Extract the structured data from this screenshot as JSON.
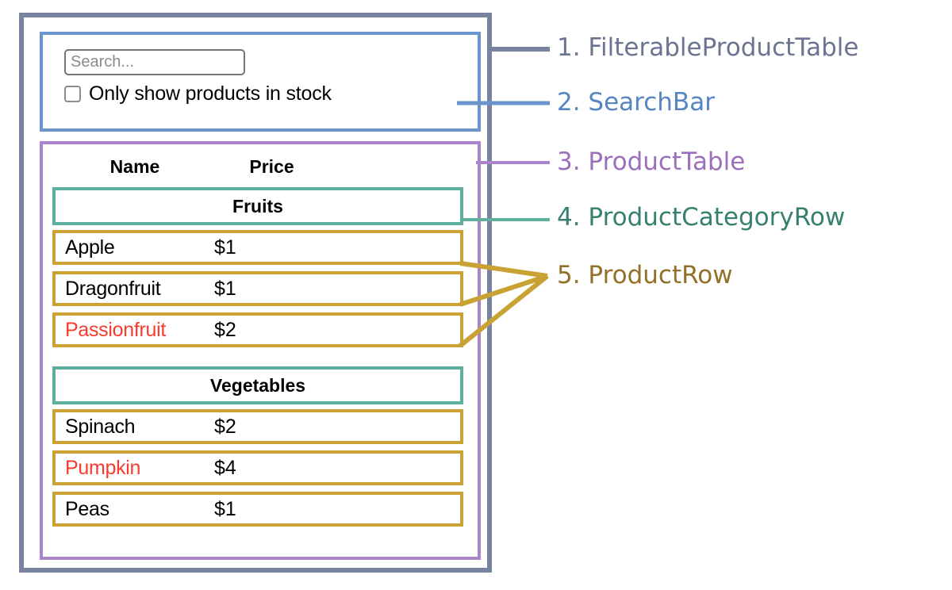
{
  "diagram": {
    "title": "React component hierarchy diagram",
    "colors": {
      "filterable_product_table": "#78839f",
      "search_bar": "#6b94cd",
      "product_table": "#ab83c9",
      "product_category_row": "#5faf9f",
      "product_row": "#c9a233",
      "out_of_stock_text": "#f83b2d",
      "text": "#000000"
    },
    "annotations": [
      {
        "number": "1.",
        "label": "FilterableProductTable",
        "text": "1. FilterableProductTable",
        "color": "#6b7591"
      },
      {
        "number": "2.",
        "label": "SearchBar",
        "text": "2. SearchBar",
        "color": "#5585c2"
      },
      {
        "number": "3.",
        "label": "ProductTable",
        "text": "3. ProductTable",
        "color": "#9b6fbb"
      },
      {
        "number": "4.",
        "label": "ProductCategoryRow",
        "text": "4. ProductCategoryRow",
        "color": "#37806f"
      },
      {
        "number": "5.",
        "label": "ProductRow",
        "text": "5. ProductRow",
        "color": "#93702a"
      }
    ]
  },
  "search_bar": {
    "input": {
      "value": "",
      "placeholder": "Search..."
    },
    "checkbox": {
      "label": "Only show products in stock",
      "checked": false
    }
  },
  "product_table": {
    "columns": [
      "Name",
      "Price"
    ],
    "groups": [
      {
        "category": "Fruits",
        "products": [
          {
            "name": "Apple",
            "price": "$1",
            "stocked": true
          },
          {
            "name": "Dragonfruit",
            "price": "$1",
            "stocked": true
          },
          {
            "name": "Passionfruit",
            "price": "$2",
            "stocked": false
          }
        ]
      },
      {
        "category": "Vegetables",
        "products": [
          {
            "name": "Spinach",
            "price": "$2",
            "stocked": true
          },
          {
            "name": "Pumpkin",
            "price": "$4",
            "stocked": false
          },
          {
            "name": "Peas",
            "price": "$1",
            "stocked": true
          }
        ]
      }
    ]
  }
}
